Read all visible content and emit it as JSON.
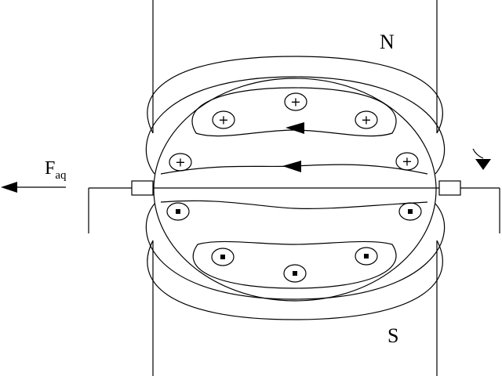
{
  "labels": {
    "pole_north": "N",
    "pole_south": "S",
    "force_main": "F",
    "force_sub": "aq"
  },
  "symbols": {
    "plus": "+"
  },
  "colors": {
    "ink": "#000000",
    "background": "#ffffff"
  },
  "icons": {
    "current_out": "dot-in-circle-icon",
    "current_in": "plus-in-circle-icon",
    "rotation": "rotation-arrow-icon",
    "force_arrow": "left-arrow-icon"
  }
}
